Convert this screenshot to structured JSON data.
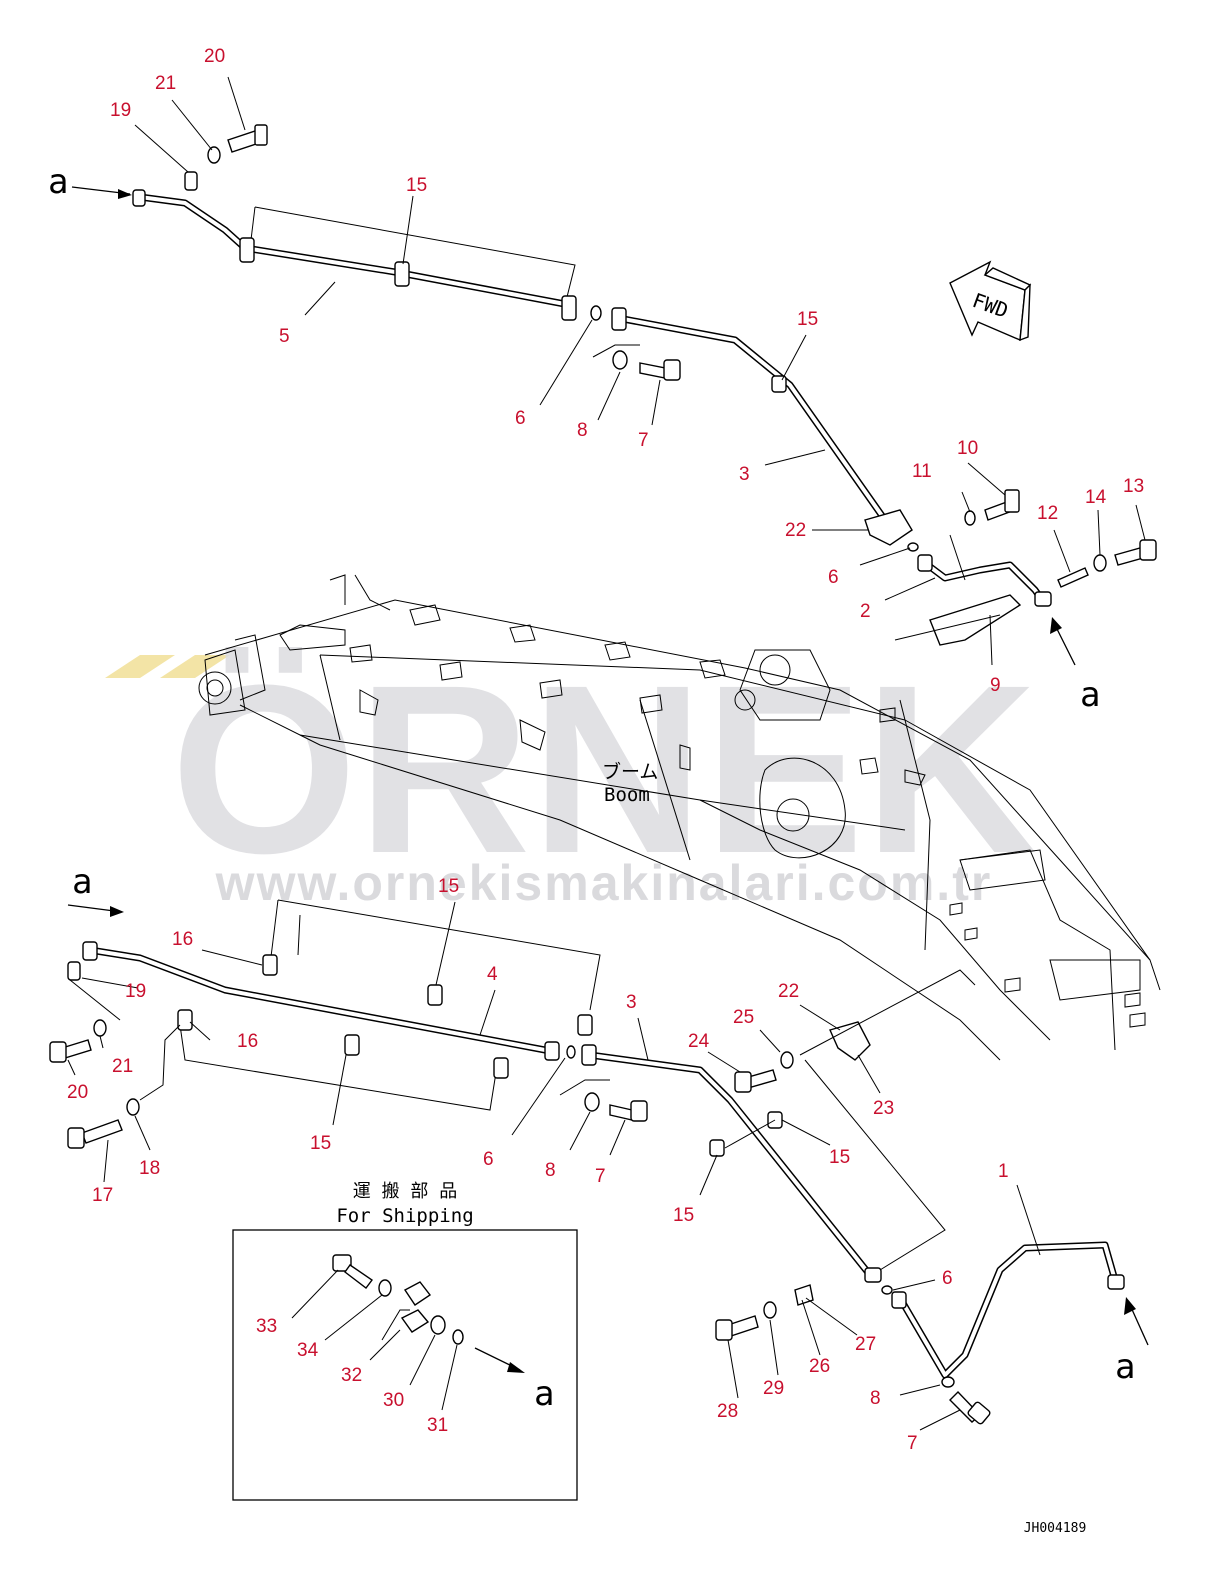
{
  "watermark": {
    "brand": "ÖRNEK",
    "url": "www.ornekismakinalari.com.tr",
    "color": "#dcdce0",
    "accent": "#f3e4a6"
  },
  "labels": {
    "boom_jp": "ブーム",
    "boom_en": "Boom",
    "fwd": "FWD",
    "shipping_jp": "運 搬 部 品",
    "shipping_en": "For Shipping",
    "drawing_no": "JH004189",
    "view_marker": "a"
  },
  "callouts": {
    "c1": "1",
    "c2": "2",
    "c3a": "3",
    "c3b": "3",
    "c4": "4",
    "c5": "5",
    "c6a": "6",
    "c6b": "6",
    "c6c": "6",
    "c6d": "6",
    "c7a": "7",
    "c7b": "7",
    "c7c": "7",
    "c8a": "8",
    "c8b": "8",
    "c8c": "8",
    "c9": "9",
    "c10": "10",
    "c11": "11",
    "c12": "12",
    "c13": "13",
    "c14": "14",
    "c15a": "15",
    "c15b": "15",
    "c15c": "15",
    "c15d": "15",
    "c15e": "15",
    "c15f": "15",
    "c16a": "16",
    "c16b": "16",
    "c17": "17",
    "c18": "18",
    "c19a": "19",
    "c19b": "19",
    "c20a": "20",
    "c20b": "20",
    "c21a": "21",
    "c21b": "21",
    "c22a": "22",
    "c22b": "22",
    "c23": "23",
    "c24": "24",
    "c25": "25",
    "c26": "26",
    "c27": "27",
    "c28": "28",
    "c29": "29",
    "c30": "30",
    "c31": "31",
    "c32": "32",
    "c33": "33",
    "c34": "34"
  }
}
